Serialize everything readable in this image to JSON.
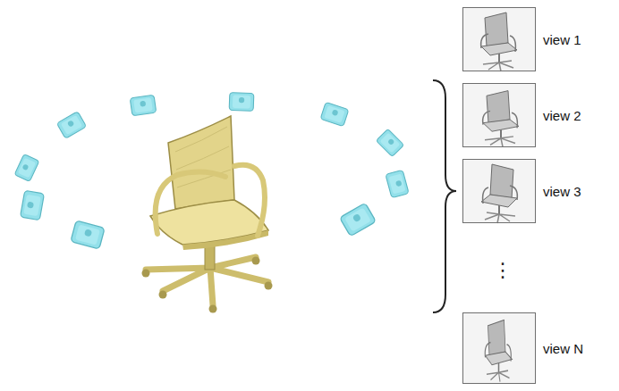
{
  "diagram": {
    "nodes": [
      {
        "text": [
          "view 1"
        ]
      },
      {
        "text": [
          "view 2"
        ]
      },
      {
        "text": [
          "view 3"
        ]
      },
      {
        "text": [
          "view N"
        ]
      }
    ],
    "labels": [
      "⋮"
    ]
  }
}
